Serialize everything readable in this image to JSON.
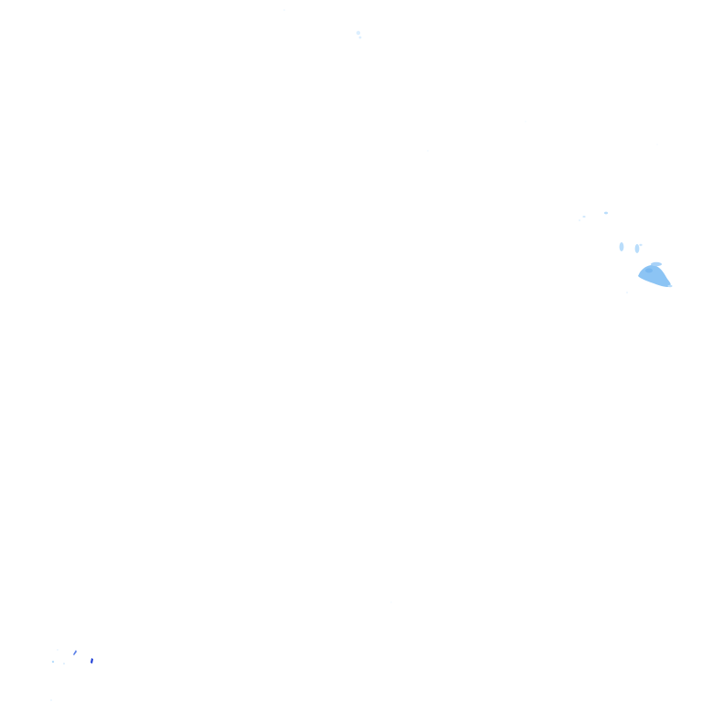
{
  "map": {
    "background_color": "#ffffff",
    "speckle_colors": {
      "light_blue": "#b9ddfb",
      "mid_blue": "#8cc4f4",
      "dark_blue": "#1f3fd6",
      "pale": "#dcefff"
    },
    "features": [
      {
        "name": "cluster-right",
        "shade": "mid_blue"
      },
      {
        "name": "cluster-right-upper",
        "shade": "light_blue"
      },
      {
        "name": "speckle-top",
        "shade": "pale"
      },
      {
        "name": "speckle-bottom-left",
        "shade": "dark_blue"
      }
    ]
  }
}
